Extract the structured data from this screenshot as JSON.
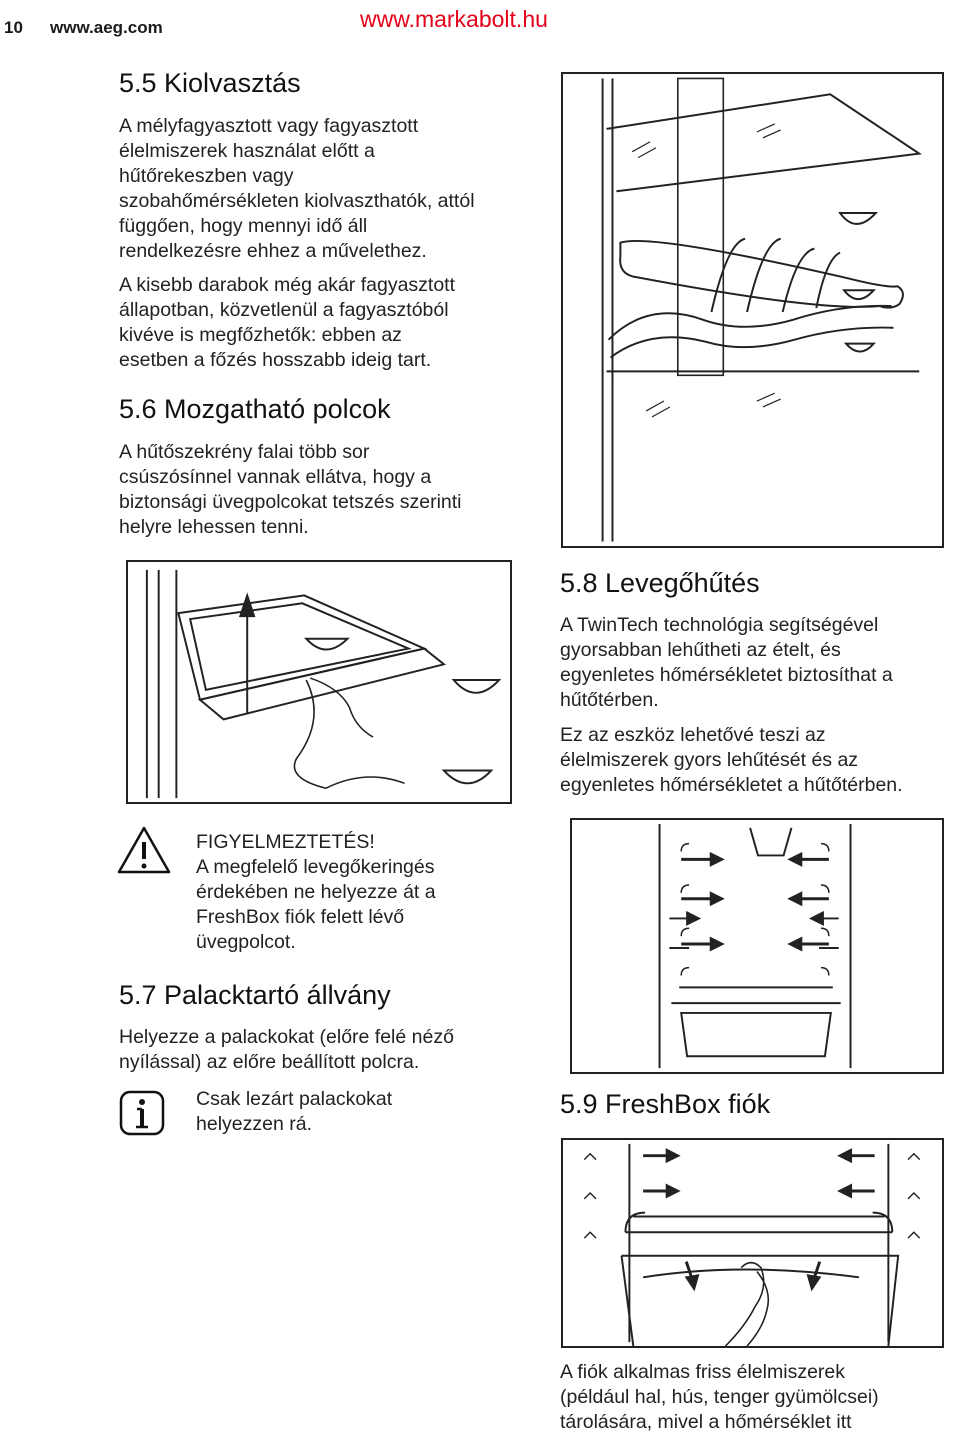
{
  "header": {
    "page_number": "10",
    "site": "www.aeg.com",
    "watermark": "www.markabolt.hu"
  },
  "s55": {
    "title": "5.5 Kiolvasztás",
    "p1": [
      "A mélyfagyasztott vagy fagyasztott",
      "élelmiszerek használat előtt a",
      "hűtőrekeszben vagy",
      "szobahőmérsékleten kiolvaszthatók, attól",
      "függően, hogy mennyi idő áll",
      "rendelkezésre ehhez a művelethez."
    ],
    "p2": [
      "A kisebb darabok még akár fagyasztott",
      "állapotban, közvetlenül a fagyasztóból",
      "kivéve is megfőzhetők: ebben az",
      "esetben a főzés hosszabb ideig tart."
    ]
  },
  "s56": {
    "title": "5.6 Mozgatható polcok",
    "p1": [
      "A hűtőszekrény falai több sor",
      "csúszósínnel vannak ellátva, hogy a",
      "biztonsági üvegpolcokat tetszés szerinti",
      "helyre lehessen tenni."
    ]
  },
  "warning": {
    "title": "FIGYELMEZTETÉS!",
    "lines": [
      "A megfelelő levegőkeringés",
      "érdekében ne helyezze át a",
      "FreshBox fiók felett lévő",
      "üvegpolcot."
    ]
  },
  "s57": {
    "title": "5.7 Palacktartó állvány",
    "p1": [
      "Helyezze a palackokat (előre felé néző",
      "nyílással) az előre beállított polcra."
    ],
    "info": [
      "Csak lezárt palackokat",
      "helyezzen rá."
    ]
  },
  "s58": {
    "title": "5.8 Levegőhűtés",
    "p1": [
      "A TwinTech technológia segítségével",
      "gyorsabban lehűtheti az ételt, és",
      "egyenletes hőmérsékletet biztosíthat a",
      "hűtőtérben."
    ],
    "p2": [
      "Ez az eszköz lehetővé teszi az",
      "élelmiszerek gyors lehűtését és az",
      "egyenletes hőmérsékletet a hűtőtérben."
    ]
  },
  "s59": {
    "title": "5.9 FreshBox fiók",
    "p1": [
      "A fiók alkalmas friss élelmiszerek",
      "(például hal, hús, tenger gyümölcsei)",
      "tárolására, mivel a hőmérséklet itt"
    ]
  },
  "icons": {
    "warning": "warning-triangle-icon",
    "info": "info-icon"
  }
}
